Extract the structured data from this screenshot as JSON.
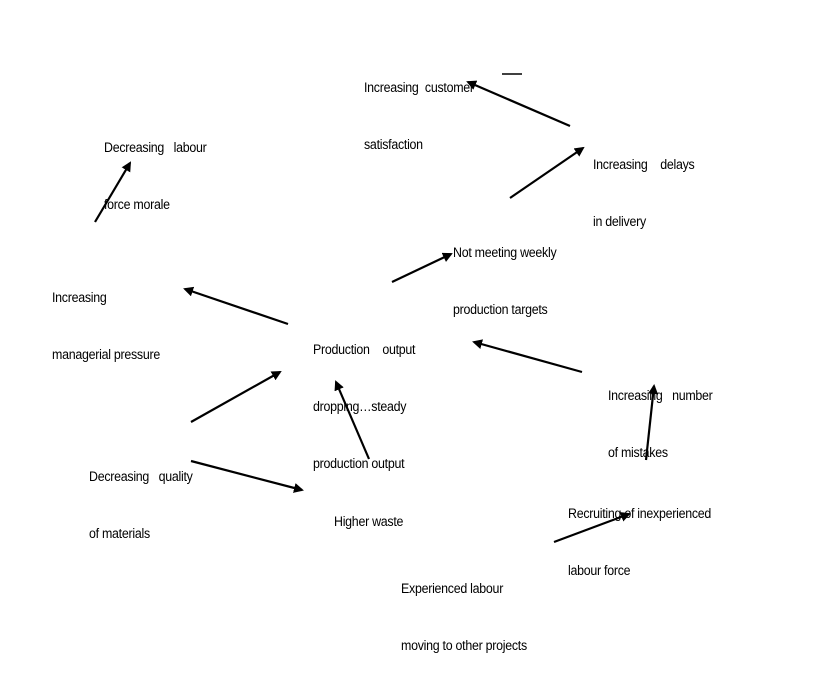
{
  "diagram": {
    "type": "cause-effect flow diagram",
    "nodes": {
      "customer_satisfaction": {
        "lines": [
          "Increasing  customer",
          "satisfaction"
        ]
      },
      "labour_morale": {
        "lines": [
          "Decreasing   labour",
          "force morale"
        ]
      },
      "delays_delivery": {
        "lines": [
          "Increasing    delays",
          "in delivery"
        ]
      },
      "weekly_targets": {
        "lines": [
          "Not meeting weekly",
          "production targets"
        ]
      },
      "managerial_pressure": {
        "lines": [
          "Increasing",
          "managerial pressure"
        ]
      },
      "production_output": {
        "lines": [
          "Production    output",
          "dropping…steady",
          "production output"
        ]
      },
      "number_mistakes": {
        "lines": [
          "Increasing   number",
          "of mistakes"
        ]
      },
      "quality_materials": {
        "lines": [
          "Decreasing   quality",
          "of materials"
        ]
      },
      "higher_waste": {
        "lines": [
          "Higher waste"
        ]
      },
      "inexperienced_recruiting": {
        "lines": [
          "Recruiting of inexperienced",
          "labour force"
        ]
      },
      "experienced_labour": {
        "lines": [
          "Experienced labour",
          "moving to other projects"
        ]
      }
    },
    "edges": [
      {
        "from": "delays_delivery",
        "to": "customer_satisfaction"
      },
      {
        "from": "managerial_pressure",
        "to": "labour_morale"
      },
      {
        "from": "weekly_targets",
        "to": "delays_delivery"
      },
      {
        "from": "production_output",
        "to": "weekly_targets"
      },
      {
        "from": "production_output",
        "to": "managerial_pressure"
      },
      {
        "from": "number_mistakes",
        "to": "production_output"
      },
      {
        "from": "quality_materials",
        "to": "production_output"
      },
      {
        "from": "quality_materials",
        "to": "higher_waste"
      },
      {
        "from": "higher_waste",
        "to": "production_output"
      },
      {
        "from": "inexperienced_recruiting",
        "to": "number_mistakes"
      },
      {
        "from": "experienced_labour",
        "to": "inexperienced_recruiting"
      }
    ],
    "stray_mark": "dash near customer satisfaction",
    "colors": {
      "text": "#000000",
      "arrow": "#000000",
      "background": "#ffffff"
    }
  }
}
